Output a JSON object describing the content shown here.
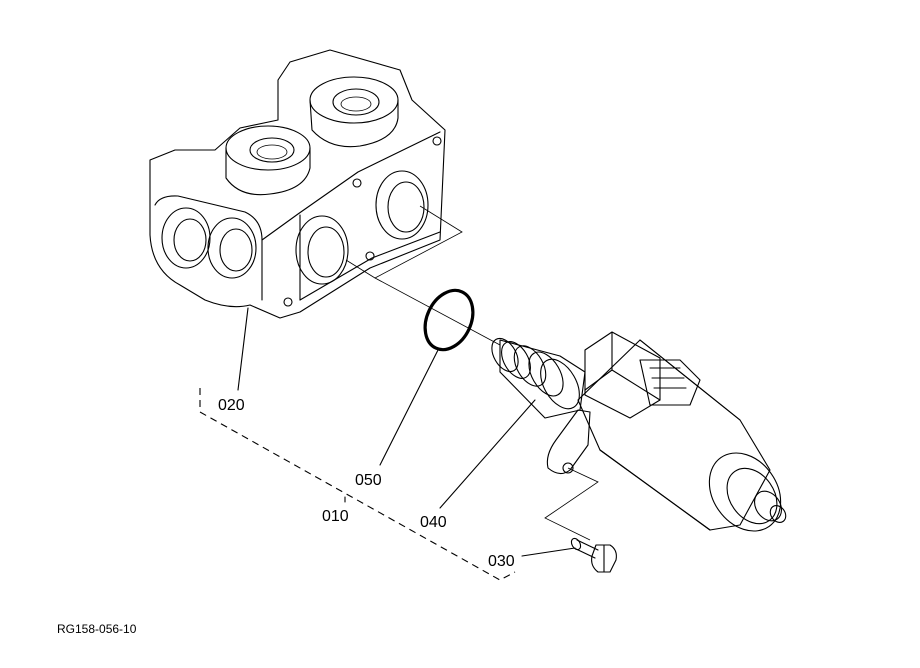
{
  "figure_code": "RG158-056-10",
  "parts": [
    {
      "ref": "010"
    },
    {
      "ref": "020"
    },
    {
      "ref": "030"
    },
    {
      "ref": "040"
    },
    {
      "ref": "050"
    }
  ],
  "colors": {
    "line": "#000000",
    "background": "#ffffff"
  }
}
